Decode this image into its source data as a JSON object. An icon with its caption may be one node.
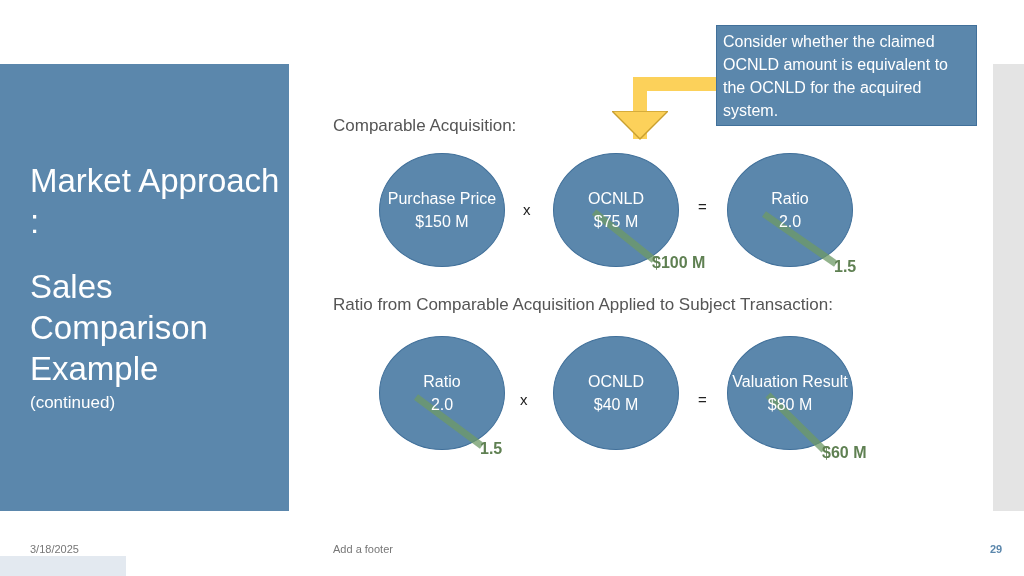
{
  "diagram": {
    "title": "Market Approach :",
    "nodes": [
      {
        "text": [
          "Consider whether the claimed OCNLD amount is equivalent to the OCNLD for the acquired system."
        ]
      },
      {
        "text": [
          "Purchase Price",
          "$150 M"
        ]
      },
      {
        "text": [
          "OCNLD",
          "$75 M"
        ]
      },
      {
        "text": [
          "Ratio",
          "2.0"
        ]
      },
      {
        "text": [
          "$100 M"
        ]
      },
      {
        "text": [
          "1.5"
        ]
      },
      {
        "text": [
          "Ratio",
          "2.0"
        ]
      },
      {
        "text": [
          "OCNLD",
          "$40 M"
        ]
      },
      {
        "text": [
          "Valuation Result",
          "$80 M"
        ]
      },
      {
        "text": [
          "1.5"
        ]
      },
      {
        "text": [
          "$60 M"
        ]
      }
    ],
    "edges": [
      {
        "from": 0,
        "to": 2,
        "arrow": "to",
        "style": "thick",
        "color": "#fcd15a"
      },
      {
        "from": 4,
        "to": 2,
        "arrow": "none"
      },
      {
        "from": 5,
        "to": 3,
        "arrow": "none"
      },
      {
        "from": 9,
        "to": 6,
        "arrow": "none"
      },
      {
        "from": 10,
        "to": 8,
        "arrow": "none"
      }
    ],
    "labels": [
      "Sales Comparison Example",
      "(continued)",
      "Comparable Acquisition:",
      "x",
      "=",
      "Ratio from Comparable Acquisition Applied to Subject Transaction:",
      "x",
      "=",
      "3/18/2025",
      "Add a footer",
      "29"
    ]
  }
}
